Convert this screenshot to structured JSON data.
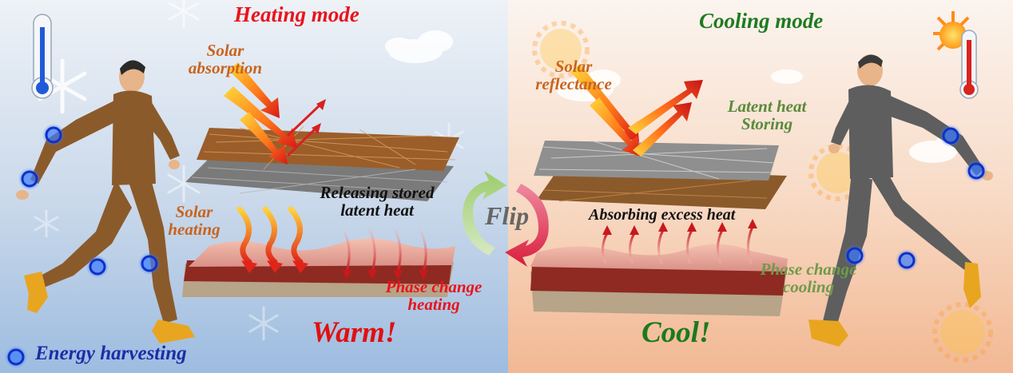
{
  "titles": {
    "heating_mode": "Heating mode",
    "cooling_mode": "Cooling mode"
  },
  "labels": {
    "solar_absorption_line1": "Solar",
    "solar_absorption_line2": "absorption",
    "solar_reflectance_line1": "Solar",
    "solar_reflectance_line2": "reflectance",
    "latent_storing_line1": "Latent heat",
    "latent_storing_line2": "Storing",
    "releasing_line1": "Releasing stored",
    "releasing_line2": "latent heat",
    "absorbing_excess": "Absorbing excess heat",
    "solar_heating_line1": "Solar",
    "solar_heating_line2": "heating",
    "pc_heating_line1": "Phase change",
    "pc_heating_line2": "heating",
    "pc_cooling_line1": "Phase change",
    "pc_cooling_line2": "cooling",
    "flip": "Flip",
    "warm": "Warm!",
    "cool": "Cool!",
    "energy_harvesting": "Energy harvesting"
  },
  "colors": {
    "heating_title": "#e8141c",
    "cooling_title": "#1f7a1f",
    "solar_text": "#c9641e",
    "latent_text": "#5a8a3a",
    "black_text": "#111111",
    "phase_heat_text": "#e8141c",
    "phase_cool_text": "#6f9a4a",
    "warm_text": "#e01010",
    "cool_text": "#1c7a1c",
    "flip_text": "#666666",
    "energy_text": "#1a2ea8",
    "bg_left": "#a9c3df",
    "bg_right": "#f5c9ab",
    "suit_brown": "#8b5a2b",
    "suit_gray": "#5e5e5e",
    "skin": "#f2b8a8"
  },
  "icons": [
    "thermometer-cold-icon",
    "thermometer-hot-icon",
    "sun-icon",
    "snowflake-icon",
    "cloud-icon",
    "sweating-sun-face-icon",
    "energy-harvest-circle-icon",
    "flip-arrow-icon"
  ]
}
